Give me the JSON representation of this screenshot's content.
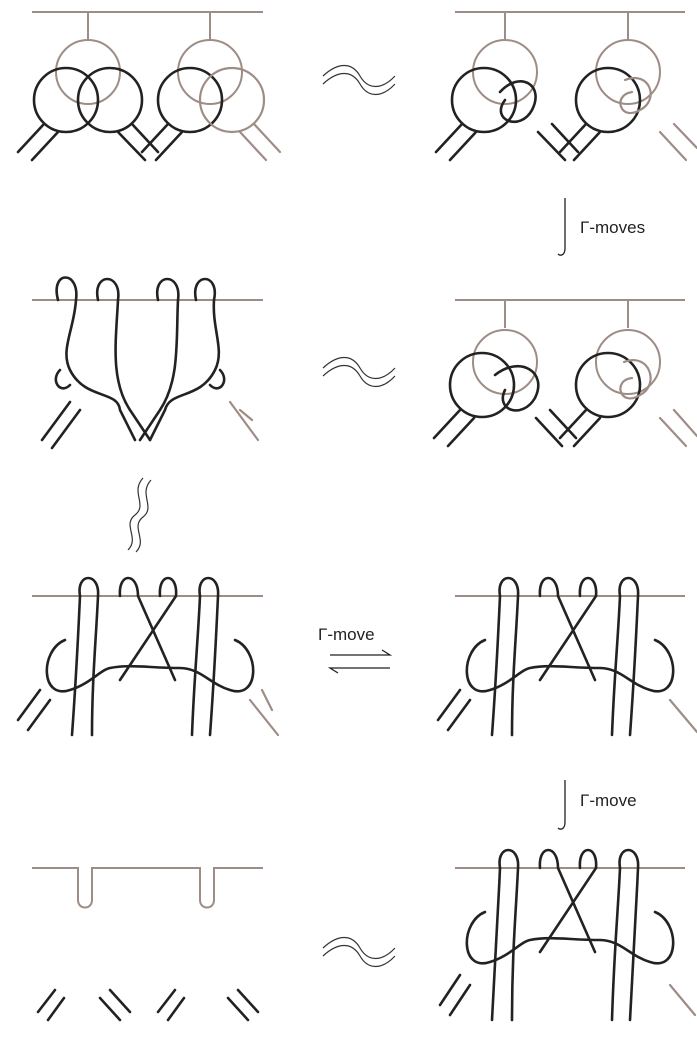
{
  "labels": {
    "gamma_moves": "Γ-moves",
    "gamma_move_horizontal": "Γ-move",
    "gamma_move_lower": "Γ-move"
  },
  "colors": {
    "strand": "#222222",
    "bar": "#9e8d86"
  }
}
